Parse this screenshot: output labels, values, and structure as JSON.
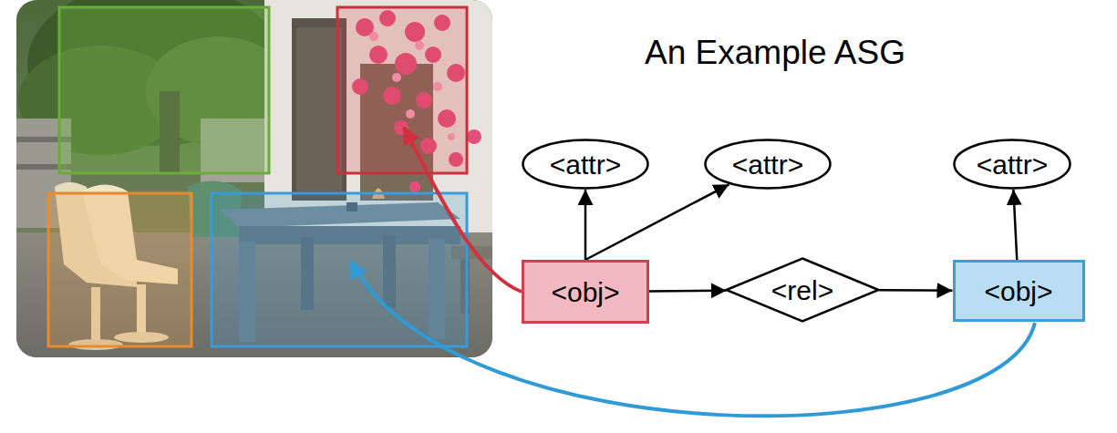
{
  "diagram": {
    "title": "An Example ASG",
    "nodes": [
      {
        "text": [
          "<attr>"
        ]
      },
      {
        "text": [
          "<attr>"
        ]
      },
      {
        "text": [
          "<attr>"
        ]
      },
      {
        "text": [
          "<obj>"
        ]
      },
      {
        "text": [
          "<rel>"
        ]
      },
      {
        "text": [
          "<obj>"
        ]
      }
    ],
    "edges": [
      {
        "from": 3,
        "to": 0,
        "arrow": "to"
      },
      {
        "from": 3,
        "to": 1,
        "arrow": "to"
      },
      {
        "from": 3,
        "to": 4,
        "arrow": "to"
      },
      {
        "from": 4,
        "to": 5,
        "arrow": "to"
      },
      {
        "from": 5,
        "to": 2,
        "arrow": "to"
      }
    ]
  }
}
